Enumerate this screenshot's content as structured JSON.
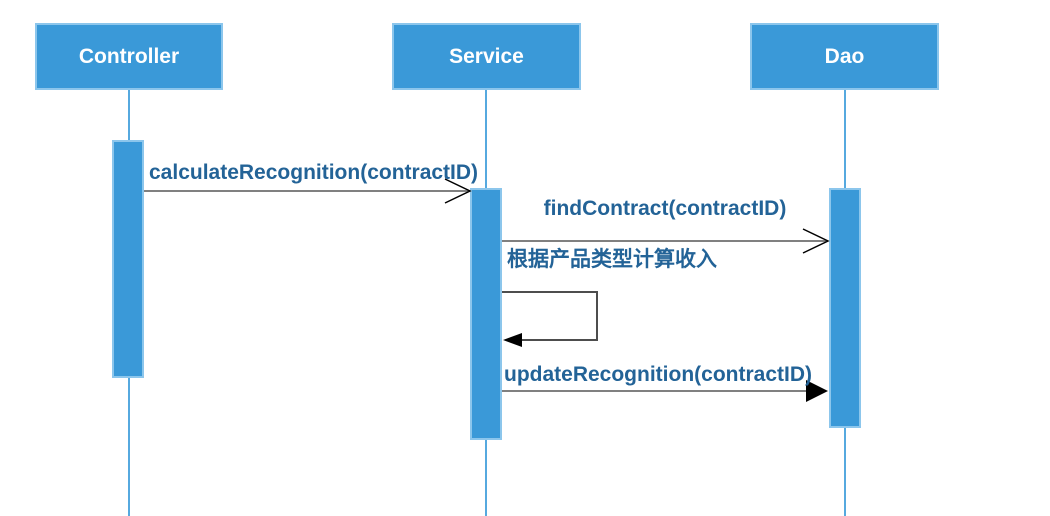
{
  "diagram": {
    "type": "uml-sequence",
    "actors": [
      {
        "id": "controller",
        "label": "Controller"
      },
      {
        "id": "service",
        "label": "Service"
      },
      {
        "id": "dao",
        "label": "Dao"
      }
    ],
    "messages": [
      {
        "from": "Controller",
        "to": "Service",
        "label": "calculateRecognition(contractID)",
        "arrowhead": "open",
        "kind": "call"
      },
      {
        "from": "Service",
        "to": "Dao",
        "label": "findContract(contractID)",
        "arrowhead": "open",
        "kind": "call"
      },
      {
        "from": "Service",
        "to": "Service",
        "label": "根据产品类型计算收入",
        "arrowhead": "filled",
        "kind": "self-message"
      },
      {
        "from": "Service",
        "to": "Dao",
        "label": "updateRecognition(contractID)",
        "arrowhead": "filled",
        "kind": "call"
      }
    ],
    "colors": {
      "background": "#FFFFFF",
      "actor_fill": "#3A99D8",
      "actor_border": "#8CC6EC",
      "actor_text": "#FFFFFF",
      "lifeline": "#56A9DF",
      "message_line": "#808080",
      "self_loop_line": "#4D4D4D",
      "message_text": "#236397",
      "arrowhead": "#000000"
    }
  }
}
